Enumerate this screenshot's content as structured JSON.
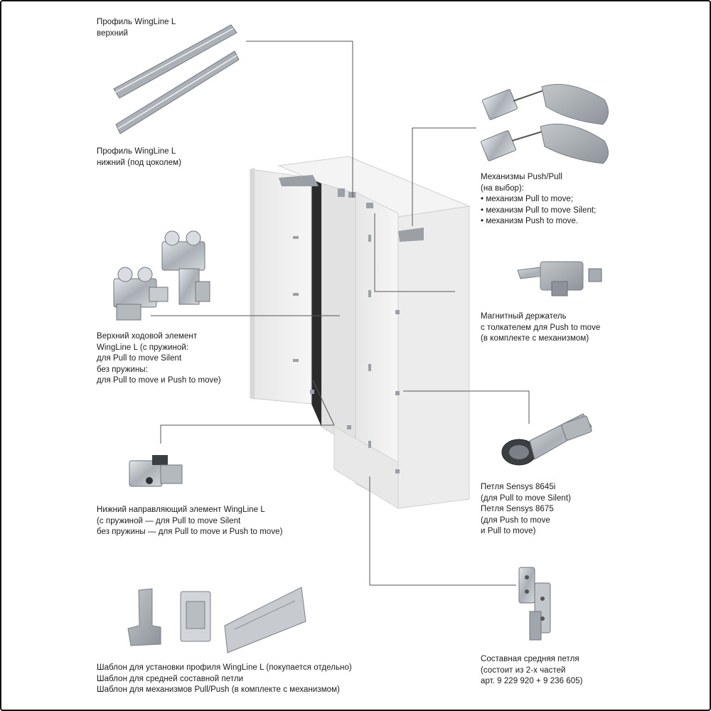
{
  "labels": {
    "top_profile": [
      "Профиль WingLine L",
      "верхний"
    ],
    "bottom_profile": [
      "Профиль WingLine L",
      "нижний (под цоколем)"
    ],
    "push_pull": [
      "Механизмы Push/Pull",
      "(на выбор):",
      "• механизм Pull to move;",
      "• механизм Pull to move Silent;",
      "• механизм Push to move."
    ],
    "magnetic_holder": [
      "Магнитный держатель",
      "с толкателем для Push to move",
      "(в комплекте с механизмом)"
    ],
    "top_runner": [
      "Верхний ходовой элемент",
      "WingLine L (с пружиной:",
      "для Pull to move Silent",
      "без пружины:",
      "для Pull to move и Push to move)"
    ],
    "hinge": [
      "Петля Sensys 8645i",
      "(для Pull to move Silent)",
      "Петля Sensys 8675",
      "(для Push to move",
      "и Pull to move)"
    ],
    "bottom_guide": [
      "Нижний направляющий элемент WingLine L",
      "(с пружиной — для Pull to move Silent",
      "без пружины — для Pull to move и Push to move)"
    ],
    "middle_hinge": [
      "Составная средняя петля",
      "(состоит из 2-х частей",
      "арт. 9 229 920 + 9 236 605)"
    ],
    "templates": [
      "Шаблон для установки профиля WingLine L (покупается отдельно)",
      "Шаблон для средней составной петли",
      "Шаблон для механизмов Pull/Push (в комплекте с механизмом)"
    ]
  },
  "colors": {
    "line": "#555555",
    "metal": "#b9bec4",
    "metal_dark": "#7e858c",
    "cabinet": "#eeeeee",
    "cabinet_side": "#d9d9d9",
    "grey_part": "#9aa0a6"
  }
}
